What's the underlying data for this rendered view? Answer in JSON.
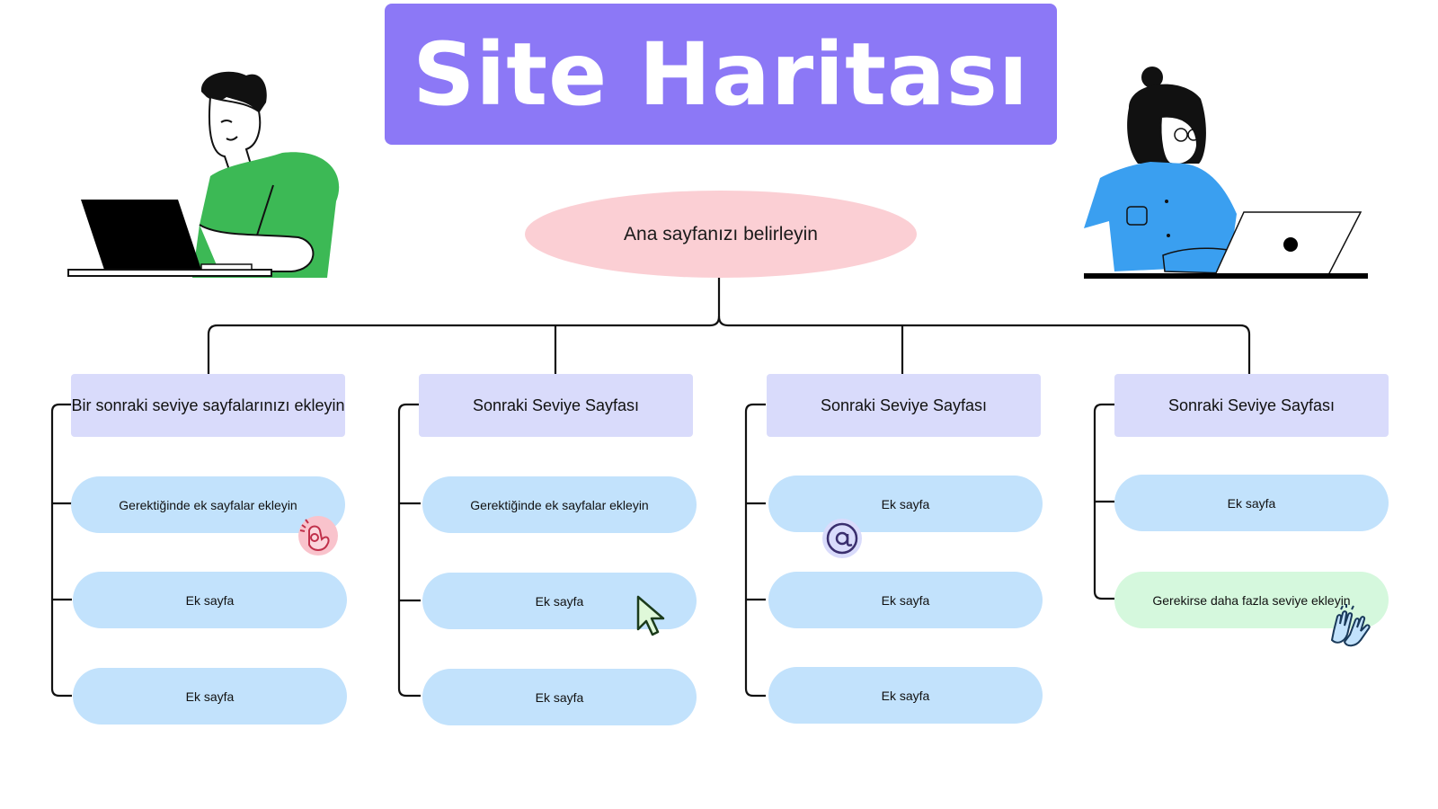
{
  "title": "Site Haritası",
  "root": {
    "label": "Ana sayfanızı belirleyin"
  },
  "columns": [
    {
      "heading": "Bir sonraki seviye sayfalarınızı ekleyin",
      "items": [
        "Gerektiğinde ek sayfalar ekleyin",
        "Ek sayfa",
        "Ek sayfa"
      ]
    },
    {
      "heading": "Sonraki Seviye Sayfası",
      "items": [
        "Gerektiğinde ek sayfalar ekleyin",
        "Ek sayfa",
        "Ek sayfa"
      ]
    },
    {
      "heading": "Sonraki Seviye Sayfası",
      "items": [
        "Ek sayfa",
        "Ek sayfa",
        "Ek sayfa"
      ]
    },
    {
      "heading": "Sonraki Seviye Sayfası",
      "items": [
        "Ek sayfa",
        "Gerekirse daha fazla seviye ekleyin"
      ]
    }
  ],
  "colors": {
    "title_bg": "#8c78f6",
    "root_bg": "#fbcfd4",
    "level_bg": "#d9dbfb",
    "page_bg": "#c2e2fc",
    "extra_level_bg": "#d5f8dd"
  },
  "icons": [
    "man-with-laptop-illustration",
    "woman-with-laptop-illustration",
    "ok-hand-sticker-icon",
    "cursor-arrow-sticker-icon",
    "at-sign-sticker-icon",
    "high-five-sticker-icon"
  ]
}
